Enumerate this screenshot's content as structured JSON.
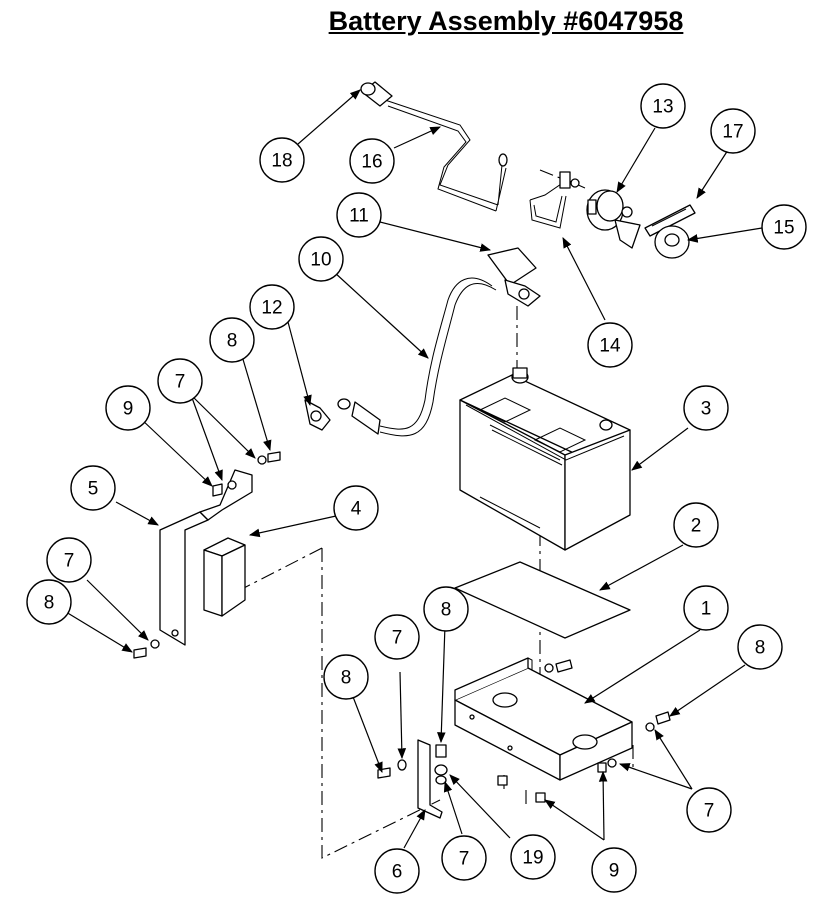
{
  "title": "Battery Assembly #6047958",
  "callouts": [
    {
      "id": "c1",
      "label": "1"
    },
    {
      "id": "c2",
      "label": "2"
    },
    {
      "id": "c3",
      "label": "3"
    },
    {
      "id": "c4",
      "label": "4"
    },
    {
      "id": "c5",
      "label": "5"
    },
    {
      "id": "c6",
      "label": "6"
    },
    {
      "id": "c7a",
      "label": "7"
    },
    {
      "id": "c7b",
      "label": "7"
    },
    {
      "id": "c7c",
      "label": "7"
    },
    {
      "id": "c7d",
      "label": "7"
    },
    {
      "id": "c7e",
      "label": "7"
    },
    {
      "id": "c8a",
      "label": "8"
    },
    {
      "id": "c8b",
      "label": "8"
    },
    {
      "id": "c8c",
      "label": "8"
    },
    {
      "id": "c8d",
      "label": "8"
    },
    {
      "id": "c8e",
      "label": "8"
    },
    {
      "id": "c9a",
      "label": "9"
    },
    {
      "id": "c9b",
      "label": "9"
    },
    {
      "id": "c10",
      "label": "10"
    },
    {
      "id": "c11",
      "label": "11"
    },
    {
      "id": "c12",
      "label": "12"
    },
    {
      "id": "c13",
      "label": "13"
    },
    {
      "id": "c14",
      "label": "14"
    },
    {
      "id": "c15",
      "label": "15"
    },
    {
      "id": "c16",
      "label": "16"
    },
    {
      "id": "c17",
      "label": "17"
    },
    {
      "id": "c18",
      "label": "18"
    },
    {
      "id": "c19",
      "label": "19"
    }
  ]
}
